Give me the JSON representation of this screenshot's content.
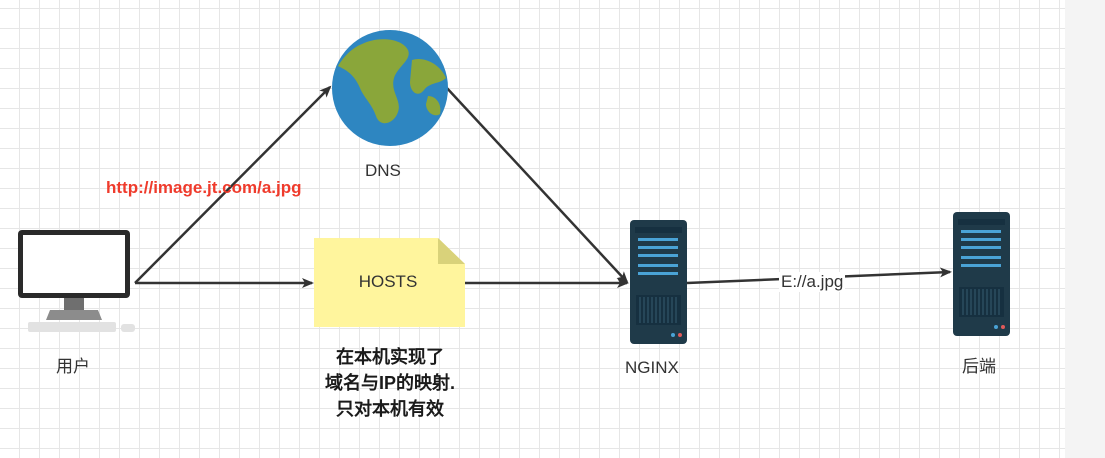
{
  "nodes": {
    "user": {
      "label": "用户"
    },
    "dns": {
      "label": "DNS"
    },
    "hosts": {
      "label": "HOSTS"
    },
    "nginx": {
      "label": "NGINX"
    },
    "backend": {
      "label": "后端"
    }
  },
  "edges": {
    "user_to_dns": {
      "label": "http://image.jt.com/a.jpg"
    },
    "nginx_to_backend": {
      "label": "E://a.jpg"
    }
  },
  "note": {
    "lines": [
      "在本机实现了",
      "域名与IP的映射.",
      "只对本机有效"
    ]
  },
  "colors": {
    "url_text": "#ef3b2c",
    "hosts_fill": "#fff59d",
    "server_body": "#1f3a49",
    "server_accent": "#4aa3d6",
    "globe_ocean": "#2e86c1",
    "globe_land": "#8aa63a"
  }
}
